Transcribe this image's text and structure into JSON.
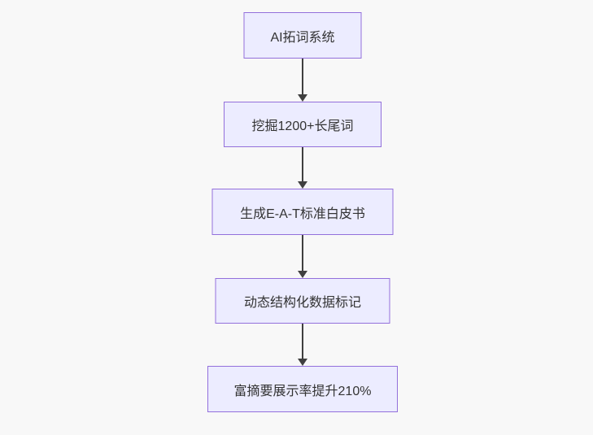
{
  "diagram": {
    "type": "flowchart",
    "direction": "top-down",
    "nodes": [
      {
        "id": "step-1",
        "label": "AI拓词系统"
      },
      {
        "id": "step-2",
        "label": "挖掘1200+长尾词"
      },
      {
        "id": "step-3",
        "label": "生成E-A-T标准白皮书"
      },
      {
        "id": "step-4",
        "label": "动态结构化数据标记"
      },
      {
        "id": "step-5",
        "label": "富摘要展示率提升210%"
      }
    ],
    "edges": [
      {
        "from": "step-1",
        "to": "step-2",
        "style": "arrow-down"
      },
      {
        "from": "step-2",
        "to": "step-3",
        "style": "arrow-down"
      },
      {
        "from": "step-3",
        "to": "step-4",
        "style": "arrow-down"
      },
      {
        "from": "step-4",
        "to": "step-5",
        "style": "arrow-down"
      }
    ],
    "colors": {
      "canvas-bg": "#f8f8f8",
      "node-fill": "#ECECFF",
      "node-border": "#9370DB",
      "edge-color": "#3f3f3f",
      "text-color": "#333333"
    }
  }
}
